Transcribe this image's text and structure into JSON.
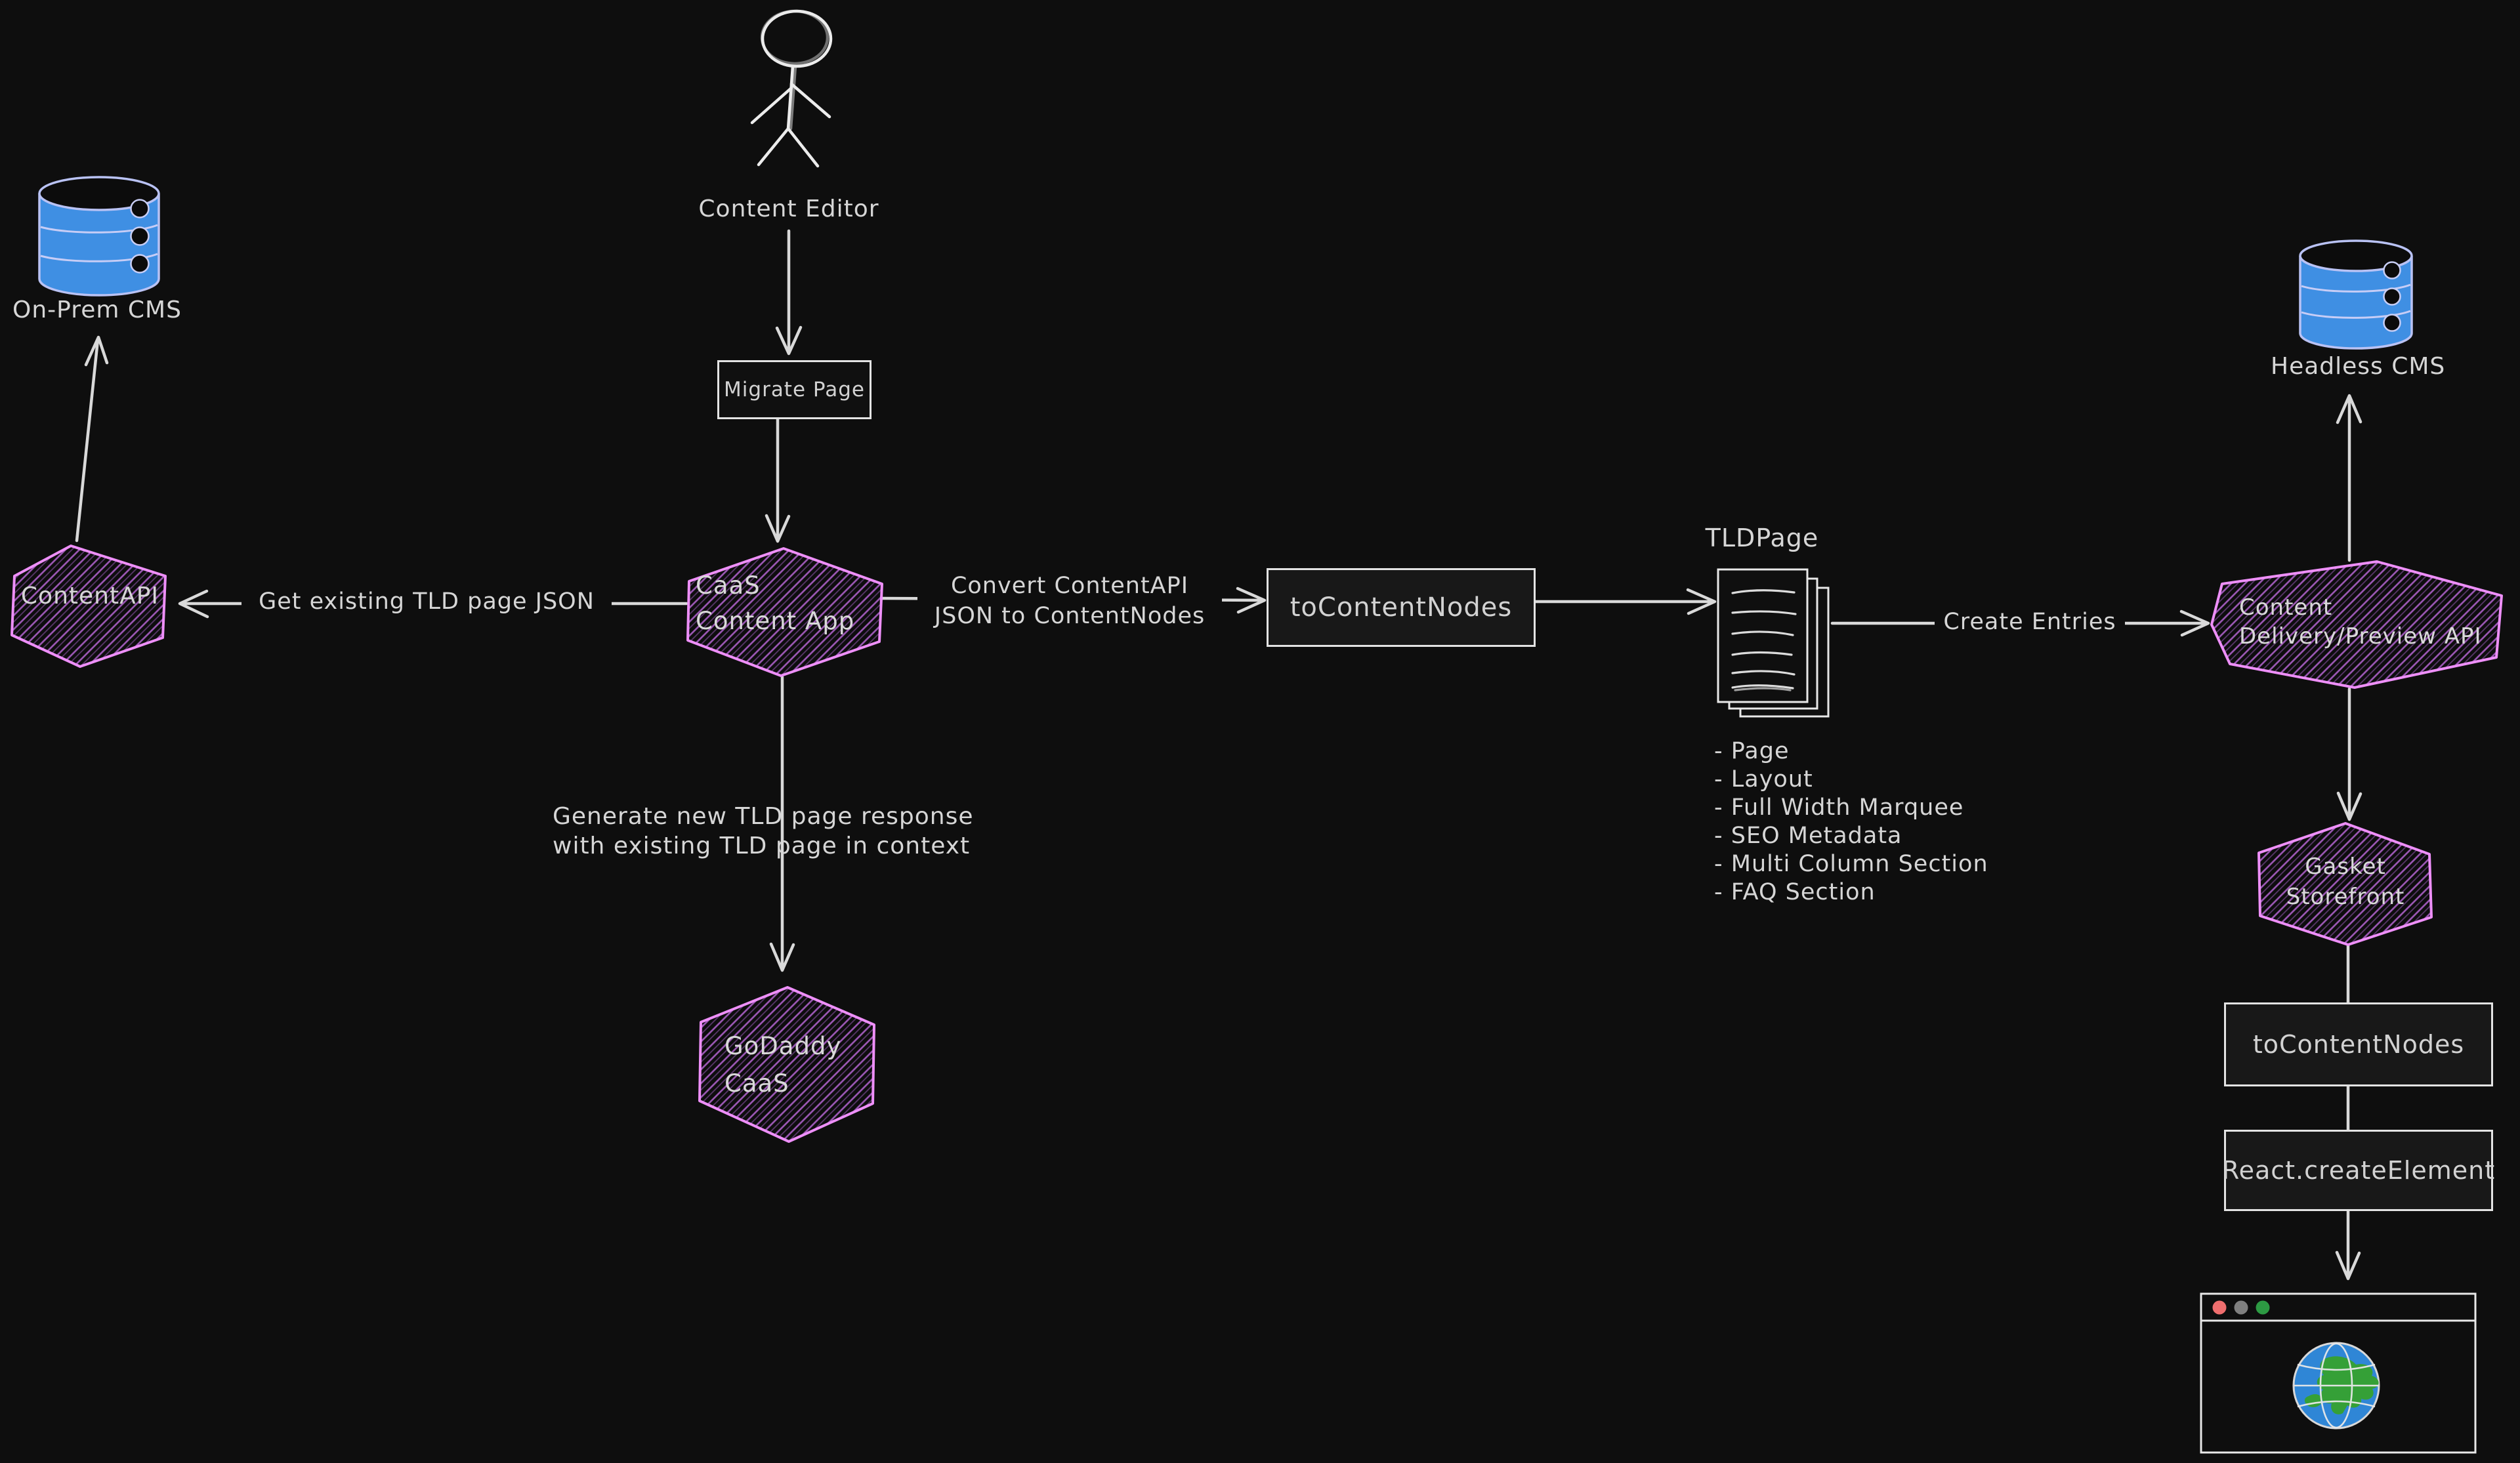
{
  "diagram": {
    "actor": {
      "label": "Content Editor"
    },
    "nodes": {
      "on_prem_cms": {
        "label": "On-Prem CMS"
      },
      "content_api": {
        "label": "ContentAPI"
      },
      "migrate_page": {
        "label": "Migrate Page"
      },
      "caas_content_app": {
        "line1": "CaaS",
        "line2": "Content App"
      },
      "godaddy_caas": {
        "line1": "GoDaddy",
        "line2": "CaaS"
      },
      "to_content_nodes_left": {
        "label": "toContentNodes"
      },
      "tld_page": {
        "label": "TLDPage"
      },
      "content_delivery_api": {
        "line1": "Content",
        "line2": "Delivery/Preview API"
      },
      "headless_cms": {
        "label": "Headless CMS"
      },
      "gasket_storefront": {
        "line1": "Gasket",
        "line2": "Storefront"
      },
      "to_content_nodes_right": {
        "label": "toContentNodes"
      },
      "react_create_element": {
        "label": "React.createElement"
      }
    },
    "edges": {
      "get_existing_tld": {
        "label": "Get existing TLD page JSON"
      },
      "convert": {
        "line1": "Convert ContentAPI",
        "line2": "JSON to ContentNodes"
      },
      "create_entries": {
        "label": "Create Entries"
      },
      "generate": {
        "line1": "Generate new TLD page response",
        "line2": "with existing TLD page in context"
      }
    },
    "tld_page_components": [
      "- Page",
      "- Layout",
      "- Full Width Marquee",
      "- SEO Metadata",
      "- Multi Column Section",
      "- FAQ Section"
    ],
    "colors": {
      "background": "#0e0e0e",
      "stroke_light": "#e6e6e6",
      "text": "#d6d6d6",
      "hexagon_stroke": "#ee8ff9",
      "hexagon_hatch": "#b866d6",
      "database_fill": "#3f8fe3",
      "database_stroke": "#b9c2f4",
      "globe_ocean": "#2f86d6",
      "globe_land": "#35a037",
      "browser_dot_red": "#ef6e6e",
      "browser_dot_gray": "#7f7f7f",
      "browser_dot_green": "#2d9a43"
    }
  }
}
